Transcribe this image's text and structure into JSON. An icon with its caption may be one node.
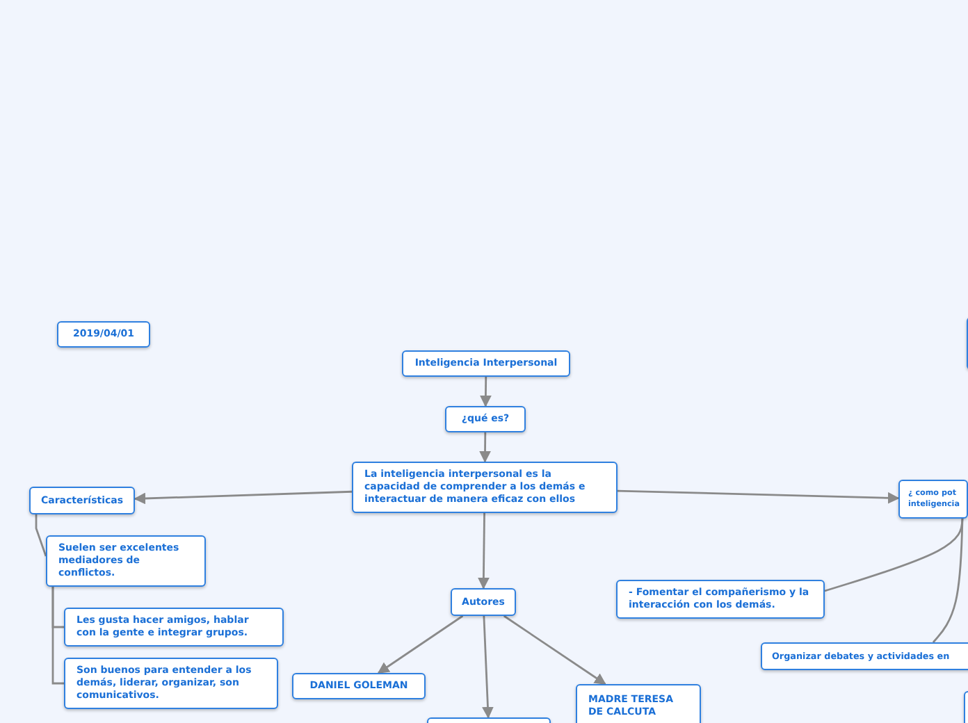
{
  "diagram": {
    "nodes": [
      {
        "text": [
          "2019/04/01"
        ]
      },
      {
        "text": [
          "Inteligencia Interpersonal"
        ]
      },
      {
        "text": [
          "¿qué es?"
        ]
      },
      {
        "text": [
          "La inteligencia interpersonal es la capacidad de comprender a los demás e interactuar de manera eficaz con ellos"
        ]
      },
      {
        "text": [
          "Características"
        ]
      },
      {
        "text": [
          "Suelen ser excelentes mediadores de conflictos."
        ]
      },
      {
        "text": [
          "Les gusta hacer amigos, hablar con la gente e integrar grupos."
        ]
      },
      {
        "text": [
          "Son buenos para entender a los demás, liderar, organizar, son comunicativos."
        ]
      },
      {
        "text": [
          "Autores"
        ]
      },
      {
        "text": [
          "DANIEL GOLEMAN"
        ]
      },
      {
        "text": [],
        "shape": "box"
      },
      {
        "text": [
          "MADRE TERESA DE CALCUTA"
        ]
      },
      {
        "text": [
          "- Fomentar el compañerismo y la interacción con los demás."
        ]
      },
      {
        "text": [
          "¿ como pot inteligencia"
        ]
      },
      {
        "text": [
          "Organizar debates y actividades en"
        ]
      },
      {
        "text": [],
        "shape": "box"
      },
      {
        "text": [],
        "shape": "box"
      }
    ],
    "edges": [
      {
        "from": 1,
        "to": 2,
        "arrow": "to"
      },
      {
        "from": 2,
        "to": 3,
        "arrow": "to"
      },
      {
        "from": 3,
        "to": 4,
        "arrow": "to"
      },
      {
        "from": 3,
        "to": 13,
        "arrow": "to"
      },
      {
        "from": 3,
        "to": 8,
        "arrow": "to"
      },
      {
        "from": 8,
        "to": 9,
        "arrow": "to"
      },
      {
        "from": 8,
        "to": 10,
        "arrow": "to"
      },
      {
        "from": 8,
        "to": 11,
        "arrow": "to"
      },
      {
        "from": 4,
        "to": 5,
        "arrow": "none"
      },
      {
        "from": 5,
        "to": 6,
        "arrow": "none"
      },
      {
        "from": 5,
        "to": 7,
        "arrow": "none"
      },
      {
        "from": 13,
        "to": 12,
        "arrow": "none"
      },
      {
        "from": 13,
        "to": 14,
        "arrow": "none"
      }
    ]
  }
}
